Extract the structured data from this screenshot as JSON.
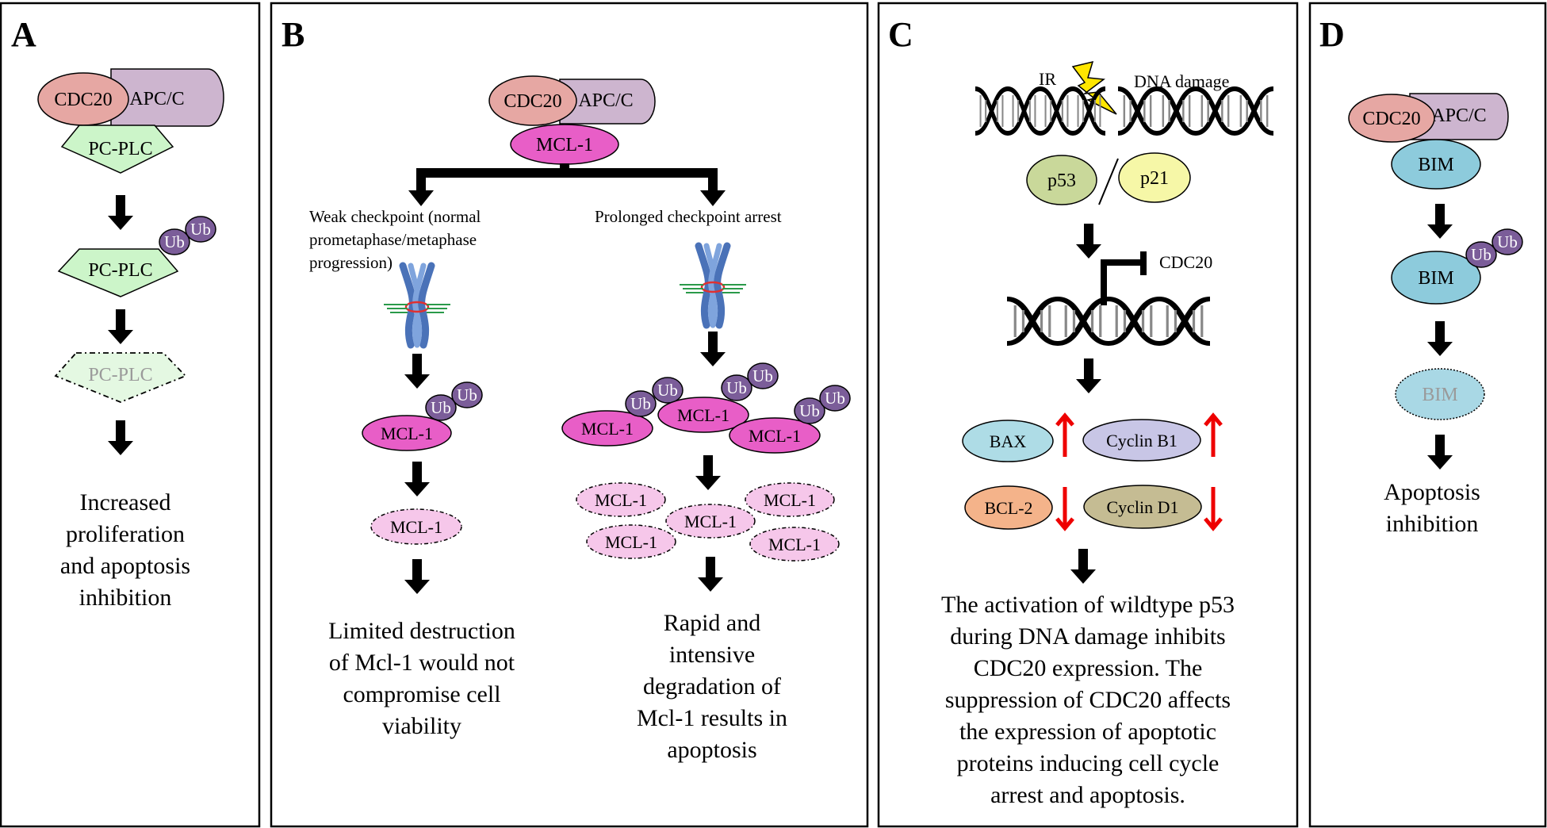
{
  "colors": {
    "cdc20_fill": "#e6a7a3",
    "apcc_fill": "#cdb5cf",
    "pcplc_fill": "#ccf5c9",
    "ub_fill": "#7b5d99",
    "mcl1_fill": "#e85ec7",
    "mcl1_degraded_fill": "#f6c7ea",
    "p53_fill": "#c9d89a",
    "p21_fill": "#f6f7a7",
    "bax_fill": "#aedce6",
    "cyclinb1_fill": "#c8c6e6",
    "bcl2_fill": "#f4b38a",
    "cyclind1_fill": "#c5bc93",
    "bim_fill": "#8dcbdc",
    "up_down_arrow": "#ff0000",
    "lightning": "#ffe600"
  },
  "panels": {
    "a": {
      "letter": "A",
      "cdc20": "CDC20",
      "apcc": "APC/C",
      "substrate": "PC-PLC",
      "substrate_ub": "PC-PLC",
      "substrate_degraded": "PC-PLC",
      "ub": "Ub",
      "caption": [
        "Increased",
        "proliferation",
        "and apoptosis",
        "inhibition"
      ]
    },
    "b": {
      "letter": "B",
      "cdc20": "CDC20",
      "apcc": "APC/C",
      "substrate": "MCL-1",
      "ub": "Ub",
      "left_branch_label": [
        "Weak checkpoint (normal",
        "prometaphase/metaphase",
        "progression)"
      ],
      "right_branch_label": "Prolonged checkpoint arrest",
      "mcl1": "MCL-1",
      "left_caption": [
        "Limited destruction",
        "of Mcl-1 would not",
        "compromise cell",
        "viability"
      ],
      "right_caption": [
        "Rapid and",
        "intensive",
        "degradation of",
        "Mcl-1 results in",
        "apoptosis"
      ]
    },
    "c": {
      "letter": "C",
      "ir": "IR",
      "dna_damage": "DNA damage",
      "p53": "p53",
      "p21": "p21",
      "cdc20": "CDC20",
      "bax": "BAX",
      "cyclin_b1": "Cyclin B1",
      "bcl2": "BCL-2",
      "cyclin_d1": "Cyclin D1",
      "caption": [
        "The activation of wildtype p53",
        "during DNA damage inhibits",
        "CDC20 expression. The",
        "suppression of CDC20 affects",
        "the expression of apoptotic",
        "proteins inducing cell cycle",
        "arrest and apoptosis."
      ]
    },
    "d": {
      "letter": "D",
      "cdc20": "CDC20",
      "apcc": "APC/C",
      "substrate": "BIM",
      "ub": "Ub",
      "caption": [
        "Apoptosis",
        "inhibition"
      ]
    }
  }
}
